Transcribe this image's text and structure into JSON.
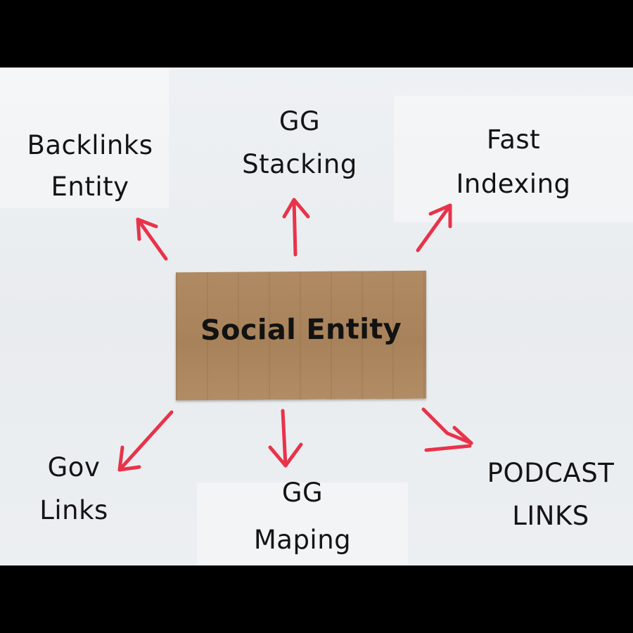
{
  "center": {
    "title": "Social Entity"
  },
  "nodes": {
    "backlinks_entity": {
      "line1": "Backlinks",
      "line2": "Entity"
    },
    "gg_stacking": {
      "line1": "GG",
      "line2": "Stacking"
    },
    "fast_indexing": {
      "line1": "Fast",
      "line2": "Indexing"
    },
    "gov_links": {
      "line1": "Gov",
      "line2": "Links"
    },
    "gg_maping": {
      "line1": "GG",
      "line2": "Maping"
    },
    "podcast_links": {
      "line1": "PODCAST",
      "line2": "LINKS"
    }
  },
  "colors": {
    "arrow": "#e8334a",
    "cardboard": "#ab865d",
    "text": "#141414",
    "background": "#eceff2",
    "frame": "#000000"
  }
}
